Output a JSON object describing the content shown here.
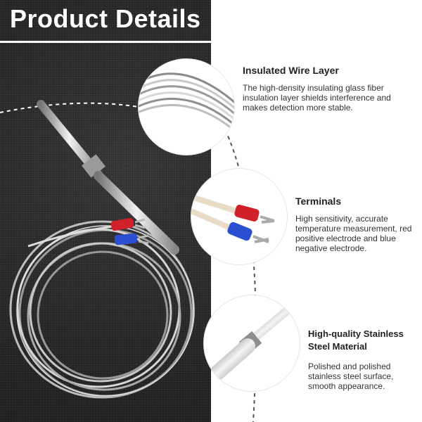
{
  "title": "Product Details",
  "features": [
    {
      "icon": "insulated-wire-closeup",
      "title": "Insulated Wire Layer",
      "text": "The high-density insulating glass fiber insulation layer shields interference and makes detection more stable."
    },
    {
      "icon": "terminals-closeup",
      "title": "Terminals",
      "text": "High sensitivity, accurate temperature measurement, red positive electrode and blue negative electrode."
    },
    {
      "icon": "stainless-steel-probe-closeup",
      "title": "High-quality Stainless Steel Material",
      "text": "Polished and polished stainless steel surface, smooth appearance."
    }
  ],
  "colors": {
    "background_dark": "#262626",
    "panel": "#ffffff",
    "terminal_positive": "#d0202a",
    "terminal_negative": "#2a4fd0"
  }
}
